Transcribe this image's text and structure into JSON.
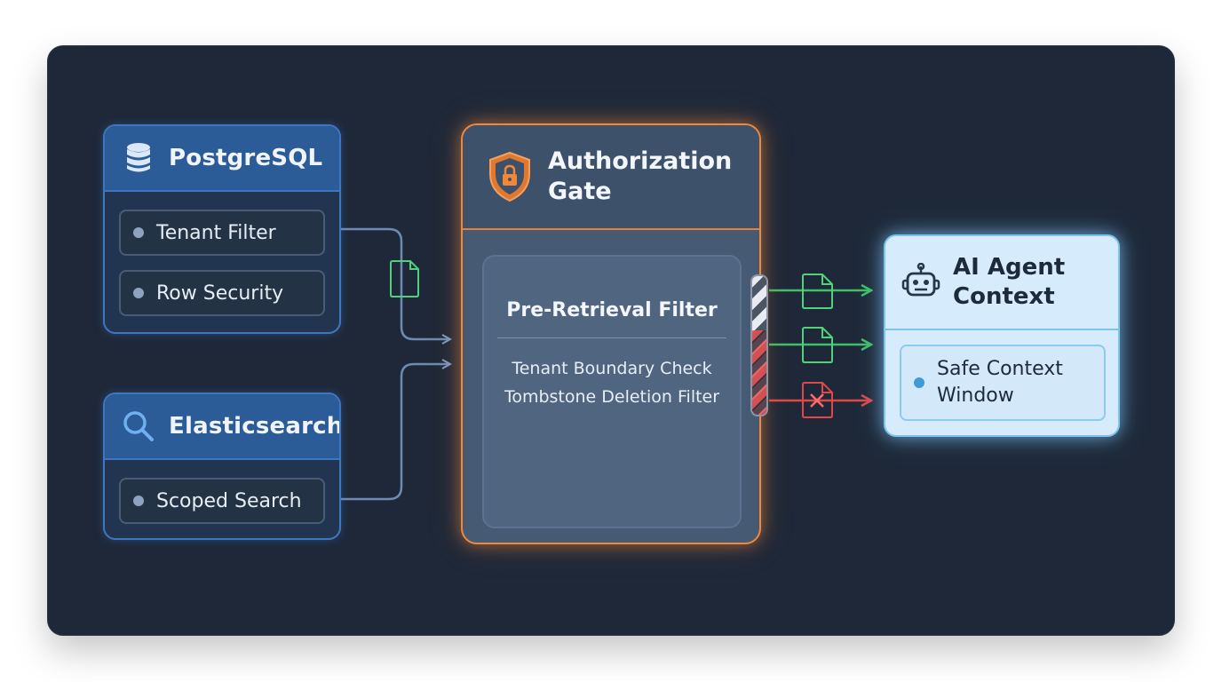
{
  "sources": {
    "postgres": {
      "title": "PostgreSQL",
      "icon": "database-icon",
      "items": [
        "Tenant Filter",
        "Row Security"
      ]
    },
    "elastic": {
      "title": "Elasticsearch",
      "icon": "search-icon",
      "items": [
        "Scoped Search"
      ]
    }
  },
  "gate": {
    "title": "Authorization Gate",
    "icon": "shield-lock-icon",
    "filter_title": "Pre-Retrieval Filter",
    "checks": [
      "Tenant Boundary Check",
      "Tombstone Deletion Filter"
    ]
  },
  "agent": {
    "title": "AI Agent Context",
    "icon": "robot-icon",
    "items": [
      "Safe Context Window"
    ]
  },
  "outputs": [
    {
      "status": "allowed",
      "icon": "document-icon"
    },
    {
      "status": "allowed",
      "icon": "document-icon"
    },
    {
      "status": "blocked",
      "icon": "blocked-document-icon"
    }
  ],
  "colors": {
    "background": "#1e2838",
    "source_border": "#3f76c0",
    "gate_border": "#f0883a",
    "agent_border": "#7cc3ee",
    "allowed": "#3fbf66",
    "blocked": "#e04848",
    "link": "#6c8cb4"
  }
}
